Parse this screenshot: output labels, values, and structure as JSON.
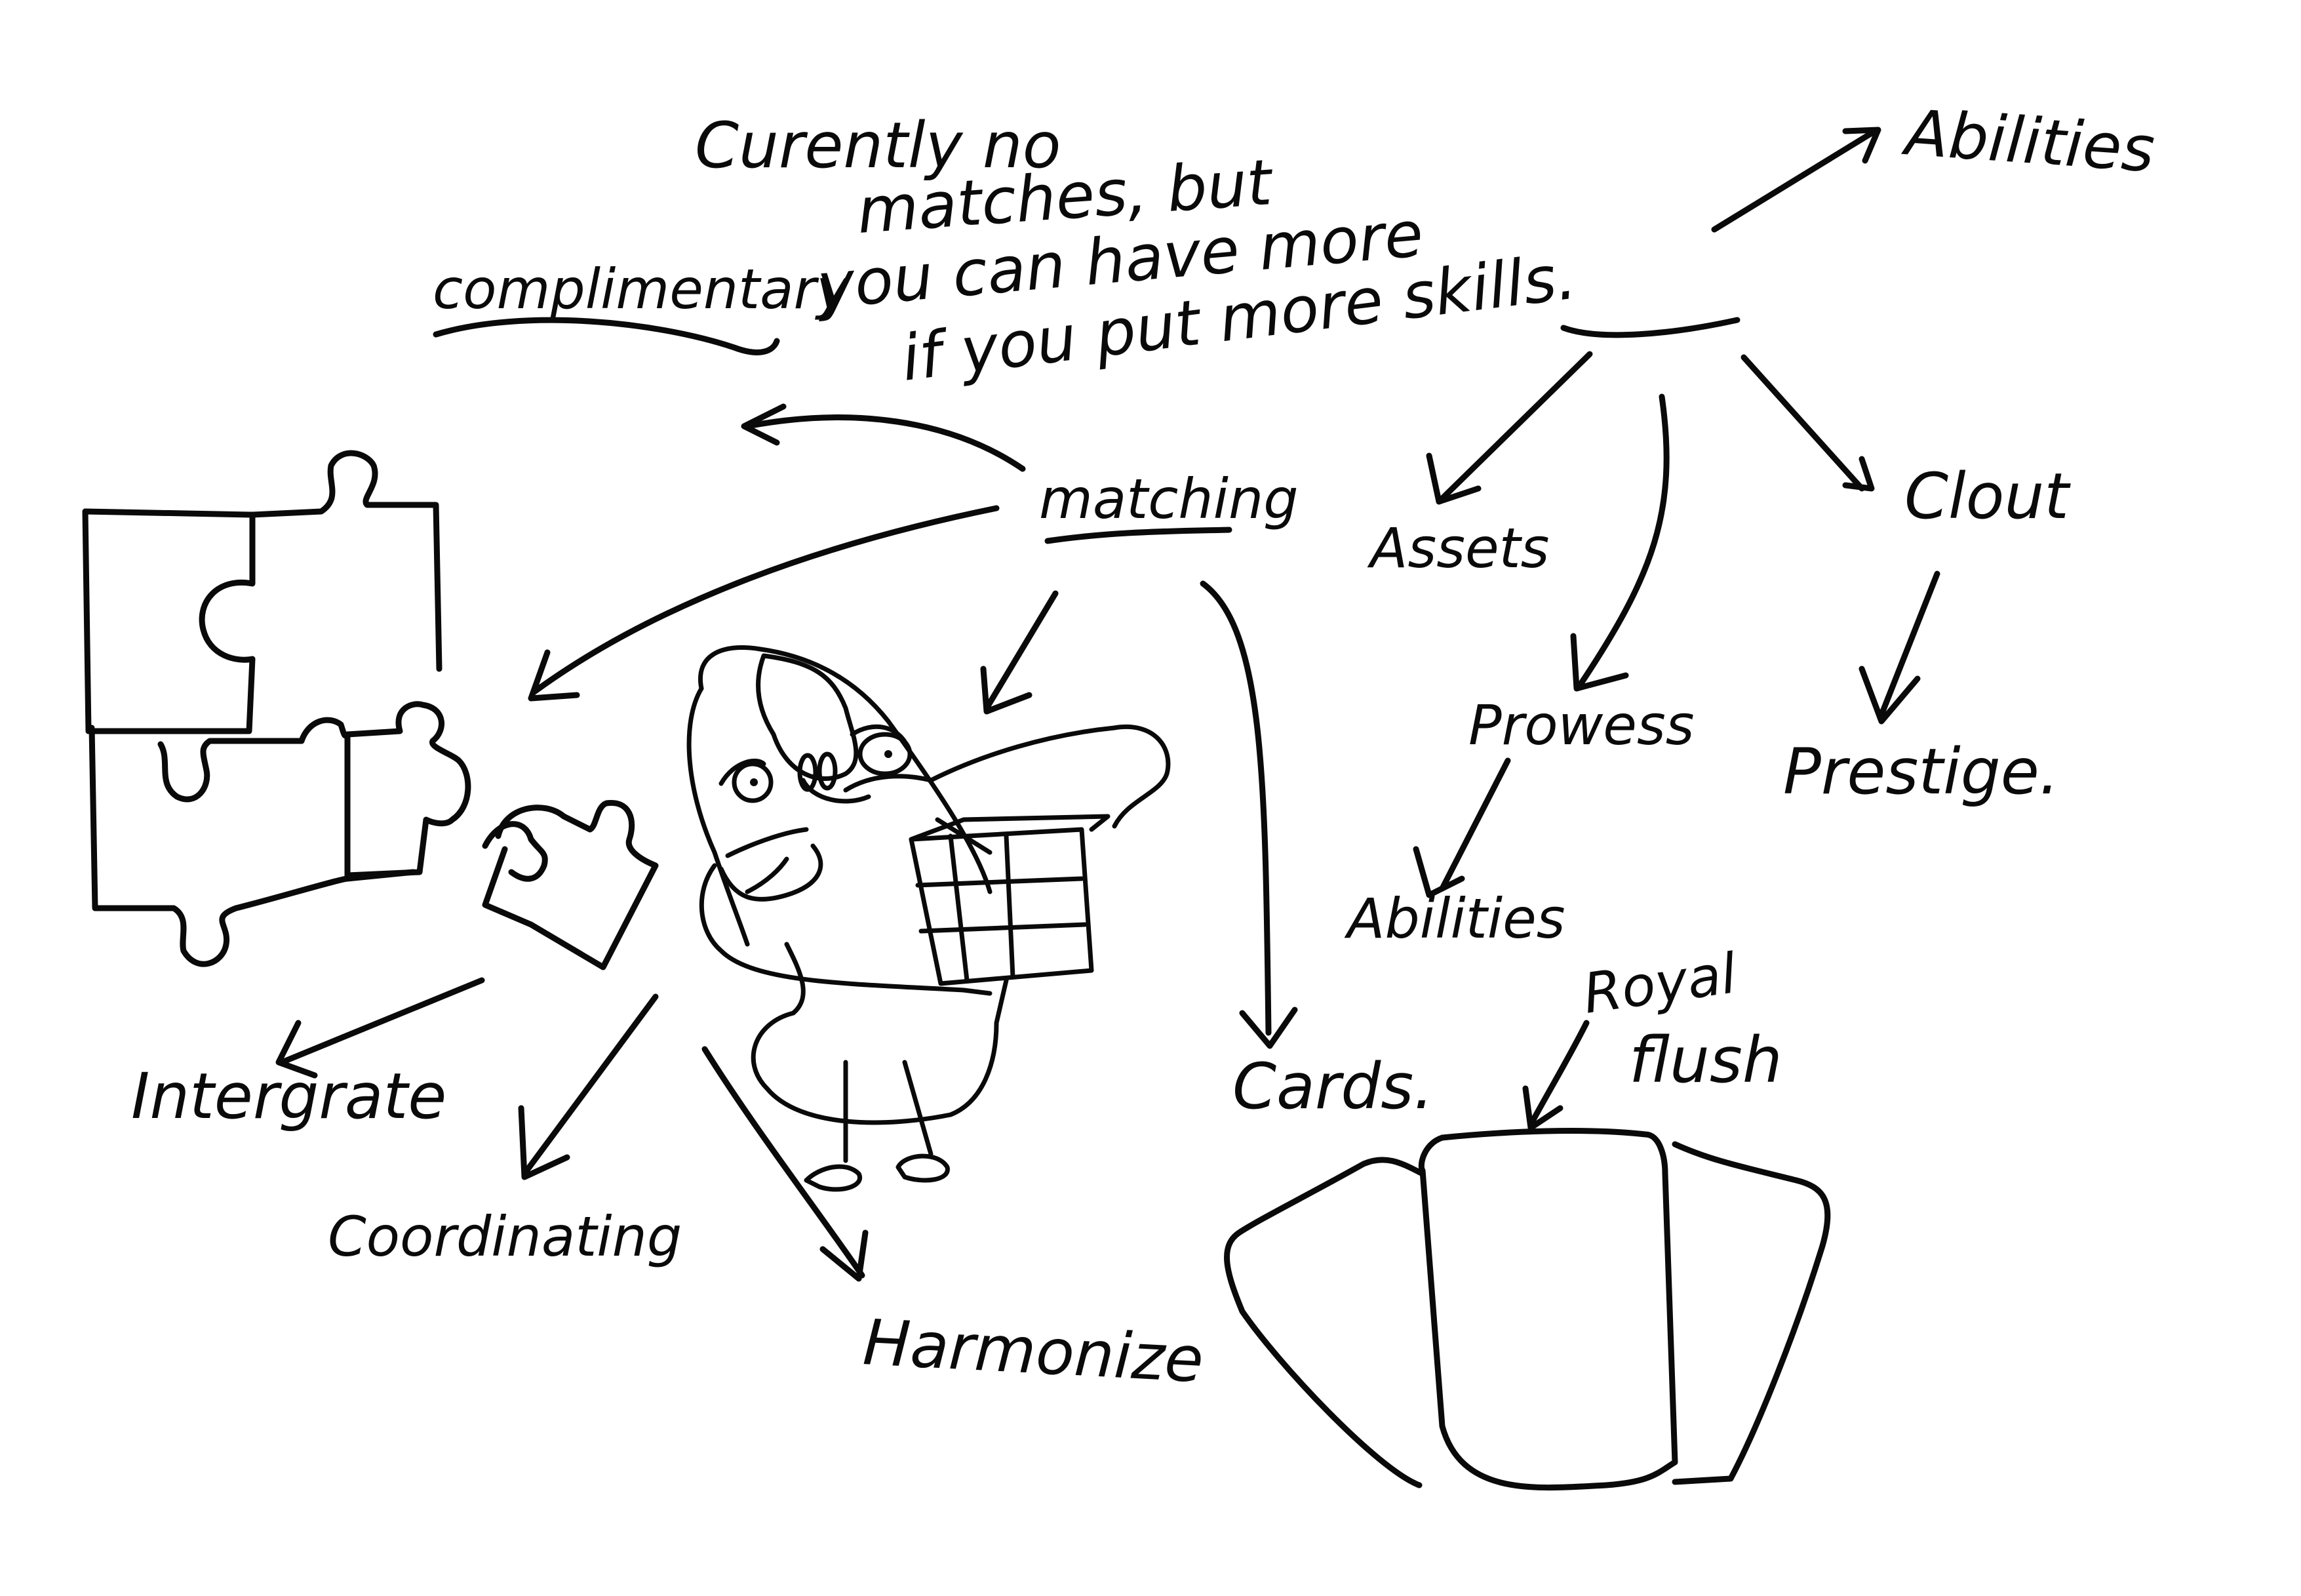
{
  "note": {
    "lines": [
      "Curently no",
      "matches, but",
      "you can have more",
      "if you put more skills."
    ],
    "complimentary": "complimentary"
  },
  "center": "matching",
  "skills_branch": {
    "root": "skills.",
    "children": [
      "Abilities",
      "Assets",
      "Prowess",
      "Clout"
    ],
    "prowess_child": "Abilities",
    "clout_child": "Prestige."
  },
  "matching_branches": [
    "complimentary",
    "puzzle-pieces",
    "character-with-cube",
    "Cards."
  ],
  "puzzle_branches": [
    "Intergrate",
    "Coordinating",
    "Harmonize"
  ],
  "cards": {
    "label": "Cards.",
    "annotation": "Royal flush"
  },
  "colors": {
    "ink": "#0a0a0a",
    "paper": "#ffffff"
  }
}
